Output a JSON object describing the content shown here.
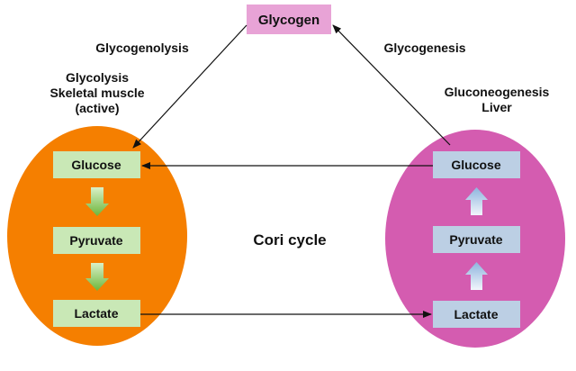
{
  "colors": {
    "left_oval": "#f57f00",
    "right_oval": "#d45cb0",
    "glycogen_box": "#e8a3d6",
    "left_box": "#c9e8b6",
    "right_box": "#bccfe4",
    "green_arrow": "#7dc24d",
    "blue_arrow": "#a9c8e6",
    "connector": "#111111"
  },
  "glycogen": {
    "label": "Glycogen"
  },
  "left_side": {
    "process": "Glycogenolysis",
    "heading_line1": "Glycolysis",
    "heading_line2": "Skeletal muscle",
    "heading_line3": "(active)",
    "boxes": [
      "Glucose",
      "Pyruvate",
      "Lactate"
    ]
  },
  "right_side": {
    "process": "Glycogenesis",
    "heading_line1": "Gluconeogenesis",
    "heading_line2": "Liver",
    "boxes": [
      "Glucose",
      "Pyruvate",
      "Lactate"
    ]
  },
  "center_label": "Cori cycle"
}
